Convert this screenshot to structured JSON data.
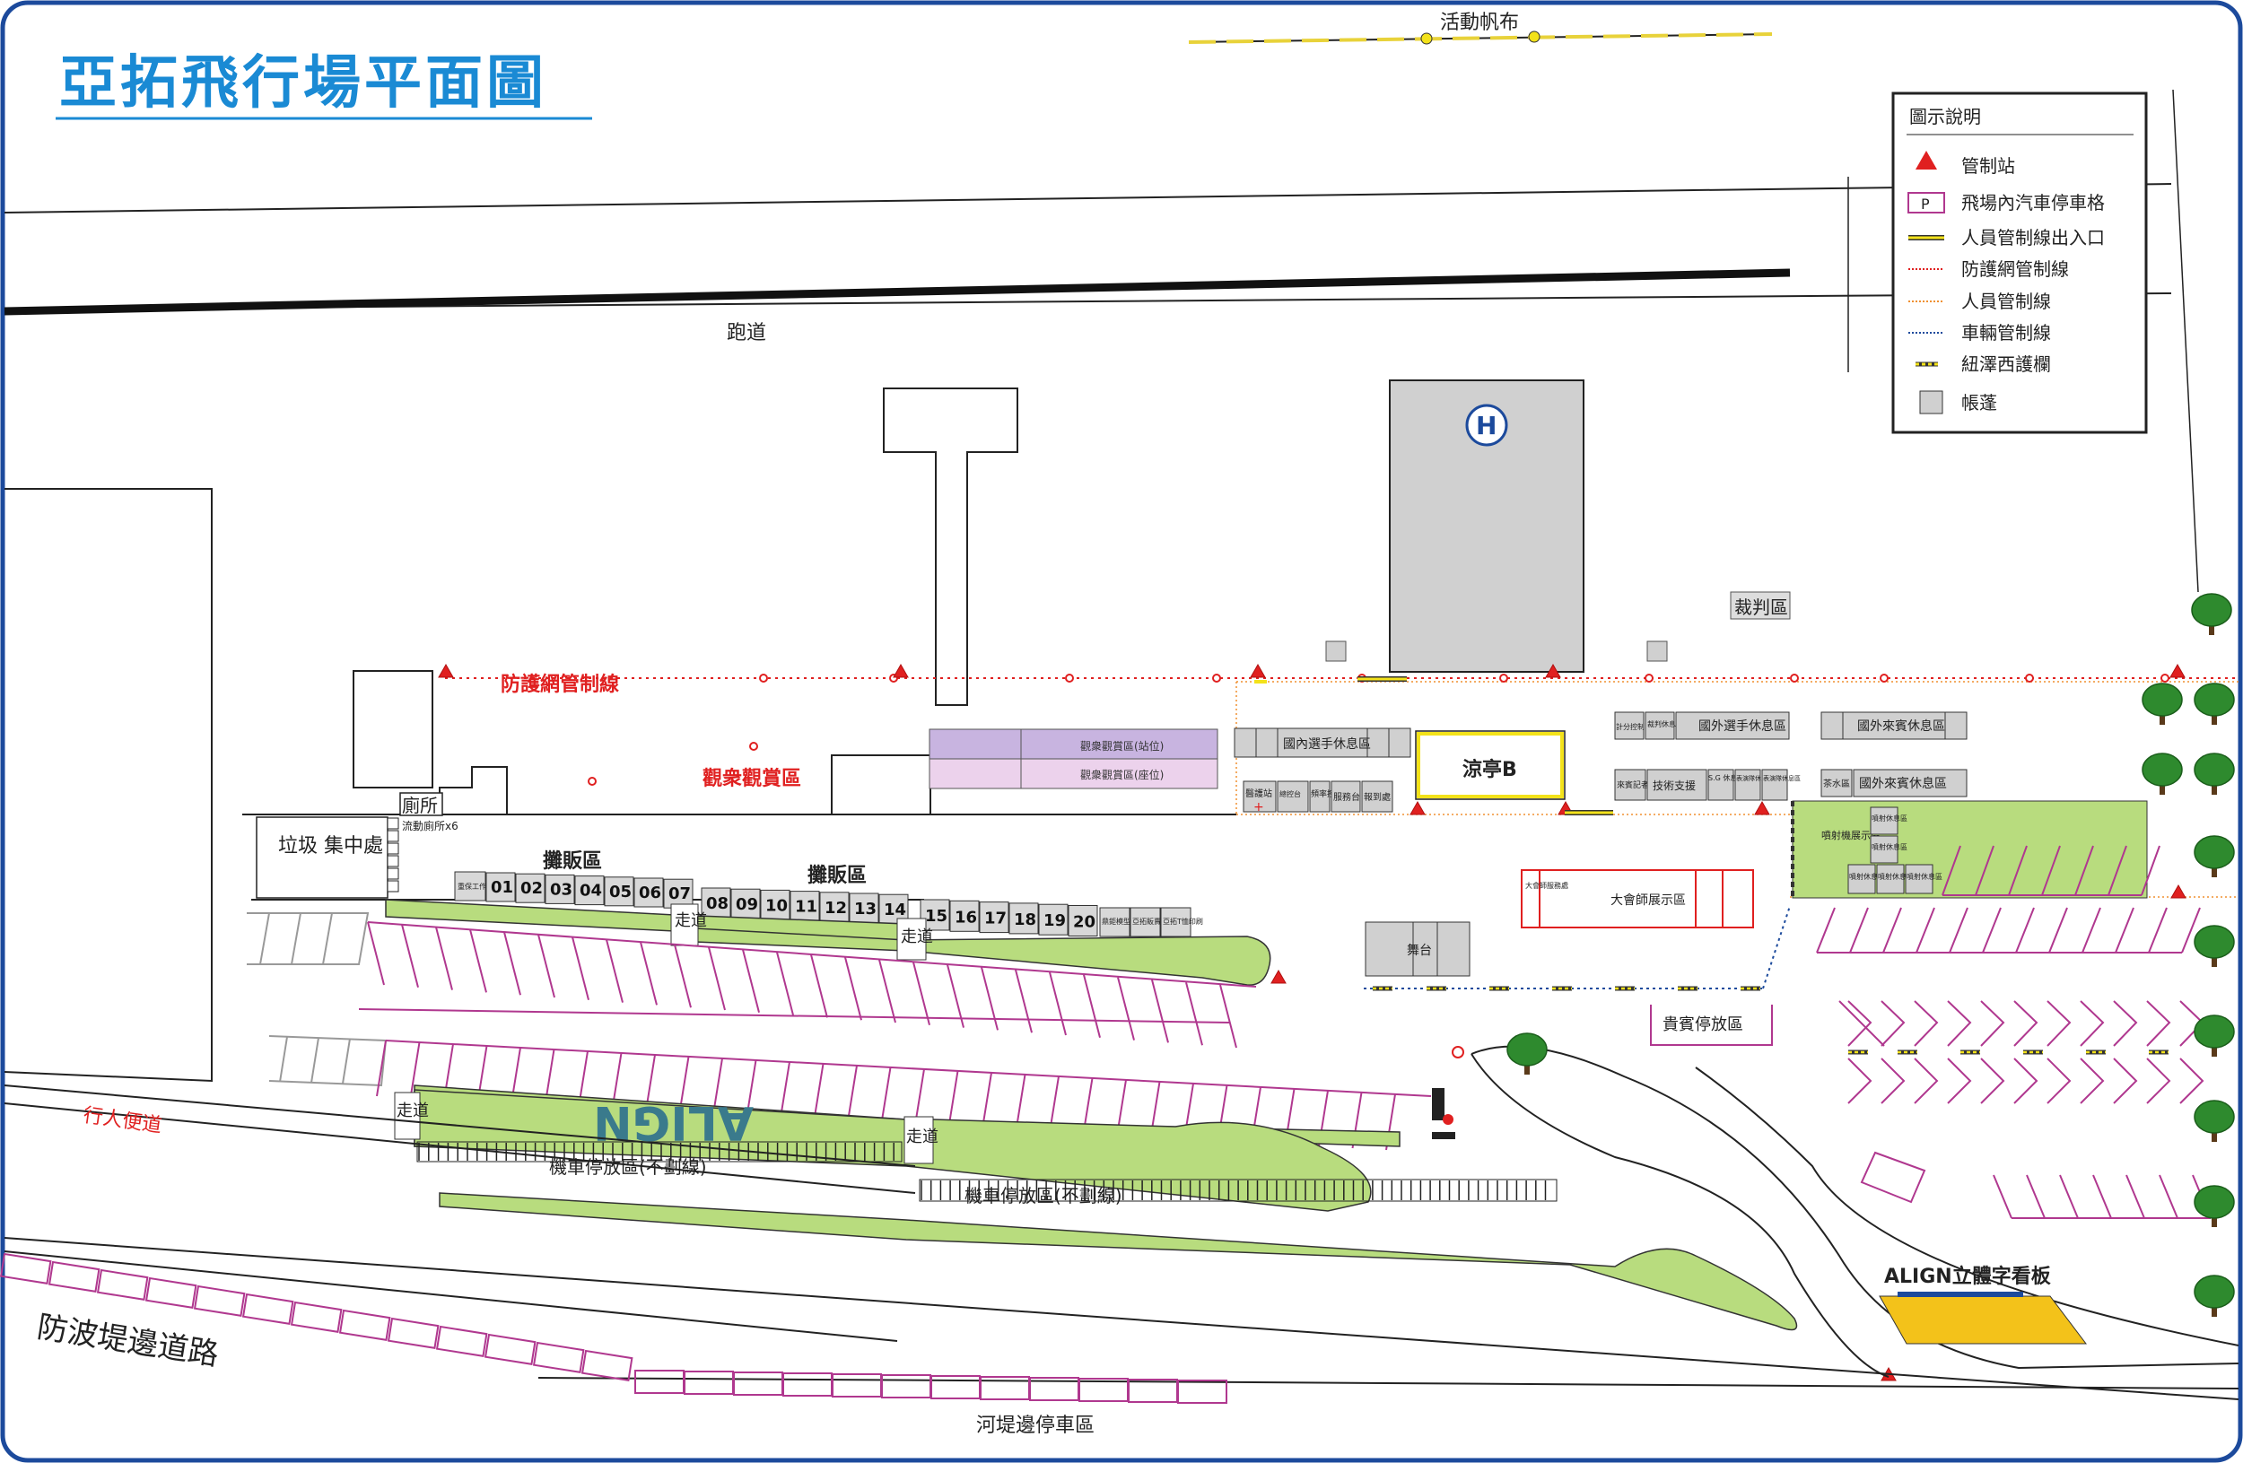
{
  "title": "亞拓飛行場平面圖",
  "banner_label": "活動帆布",
  "runway_label": "跑道",
  "legend": {
    "title": "圖示說明",
    "items": [
      {
        "label": "管制站",
        "icon": "red-triangle-icon"
      },
      {
        "label": "飛場內汽車停車格",
        "icon": "p-box-icon",
        "glyph": "P"
      },
      {
        "label": "人員管制線出入口",
        "icon": "entrance-line-icon"
      },
      {
        "label": "防護網管制線",
        "icon": "net-line-icon"
      },
      {
        "label": "人員管制線",
        "icon": "personnel-line-icon"
      },
      {
        "label": "車輛管制線",
        "icon": "vehicle-line-icon"
      },
      {
        "label": "紐澤西護欄",
        "icon": "barrier-icon"
      },
      {
        "label": "帳蓬",
        "icon": "tent-icon"
      }
    ]
  },
  "labels": {
    "helipad": "H",
    "judge_area": "裁判區",
    "net_line": "防護網管制線",
    "spectator_area": "觀衆觀賞區",
    "spectator_standing": "觀衆觀賞區(站位)",
    "spectator_seated": "觀衆觀賞區(座位)",
    "toilet": "廁所",
    "garbage": "垃圾 集中處",
    "mobile_toilet": "流動廁所x6",
    "vendor_area_1": "攤販區",
    "vendor_area_2": "攤販區",
    "pavilion": "涼亭B",
    "stage": "舞台",
    "master_show": "大會師展示區",
    "master_office": "大會師服務處",
    "vip_parking": "貴賓停放區",
    "walkway": "走道",
    "moto_parking_1": "機車停放區(不劃線)",
    "moto_parking_2": "機車停放區(不劃線)",
    "pedestrian_path": "行人便道",
    "breakwater_road": "防波堤邊道路",
    "riverbank_parking": "河堤邊停車區",
    "align_sign": "ALIGN立體字看板",
    "align_text": "ALIGN",
    "stall_staff": "重保工作站",
    "stall_align_model": "鼎鉅模型",
    "stall_align_sales": "亞拓販賣部",
    "stall_align_print": "亞拓T恤印刷",
    "domestic_rest": "國內選手休息區",
    "medical": "醫護站",
    "general_control": "總控台",
    "frequency_control": "頻率控制",
    "service_desk": "服務台",
    "registration": "報到處",
    "score_control": "計分控制",
    "judge_rest": "裁判休息區",
    "foreign_rest": "國外選手休息區",
    "vip_rest_1": "國外來賓休息區",
    "vip_rest_2": "國外來賓休息區",
    "guest_reporter": "來賓記者",
    "tech_support": "技術支援",
    "sg_rest": "S.G 休息區",
    "performer_rest_1": "表演隊休息區",
    "performer_rest_2": "表演隊休息區",
    "tea": "茶水區",
    "jet_show": "噴射機展示區",
    "jet_rest_1": "噴射休息區",
    "jet_rest_2": "噴射休息區",
    "jet_rest_3": "噴射休息區",
    "jet_rest_4": "噴射休息區",
    "jet_rest_5": "噴射休息區"
  },
  "stall_numbers": [
    "01",
    "02",
    "03",
    "04",
    "05",
    "06",
    "07",
    "08",
    "09",
    "10",
    "11",
    "12",
    "13",
    "14",
    "15",
    "16",
    "17",
    "18",
    "19",
    "20"
  ],
  "colors": {
    "border": "#1c4a9c",
    "title": "#1a8ad4",
    "grass": "#b8dc7e",
    "tent": "#d0d0d0",
    "parking": "#b0388f",
    "red": "#e02020",
    "yellow": "#f3c21a",
    "purple_area": "#c8b4e0",
    "pink_area": "#ecd2ec"
  }
}
